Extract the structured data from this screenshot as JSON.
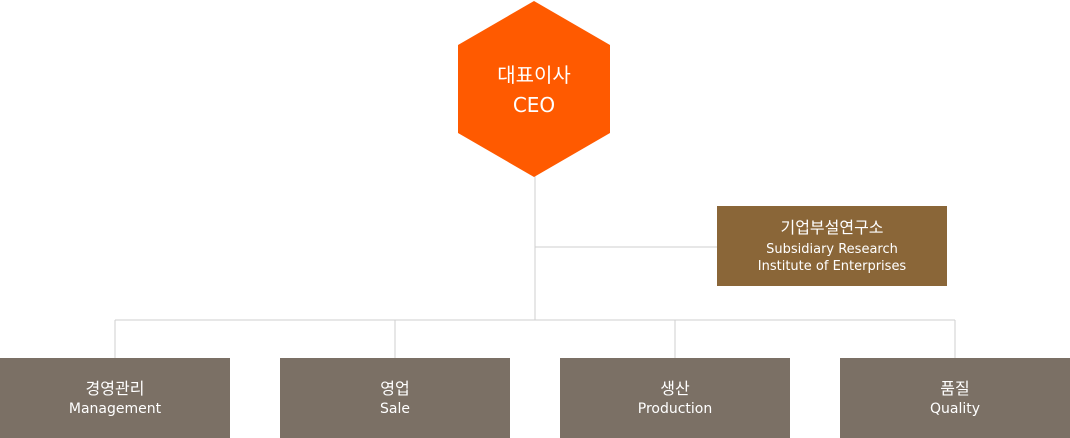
{
  "ceo": {
    "title_ko": "대표이사",
    "title_en": "CEO",
    "color": "#ff5a00"
  },
  "lab": {
    "title_ko": "기업부설연구소",
    "title_en_line1": "Subsidiary Research",
    "title_en_line2": "Institute of Enterprises",
    "color": "#8a6638"
  },
  "departments": [
    {
      "title_ko": "경영관리",
      "title_en": "Management"
    },
    {
      "title_ko": "영업",
      "title_en": "Sale"
    },
    {
      "title_ko": "생산",
      "title_en": "Production"
    },
    {
      "title_ko": "품질",
      "title_en": "Quality"
    }
  ],
  "colors": {
    "department": "#7b7065",
    "connector": "#cfcfcf"
  }
}
